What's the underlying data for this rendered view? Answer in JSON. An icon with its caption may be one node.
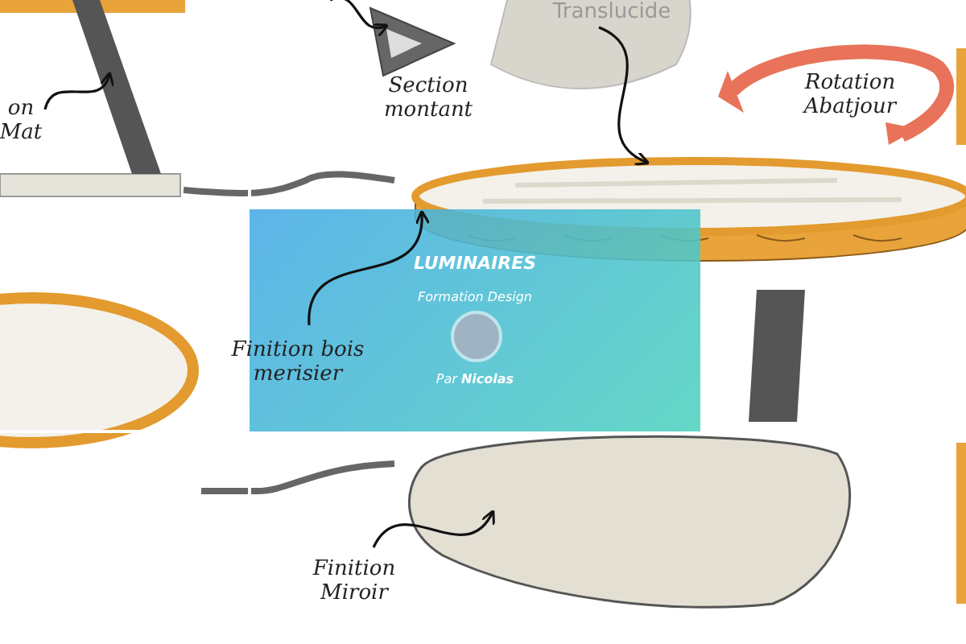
{
  "diagram": {
    "nodes": [
      {
        "text": [
          "on Mat"
        ]
      },
      {
        "text": [],
        "shape": "picture"
      },
      {
        "text": [],
        "shape": "picture"
      },
      {
        "text": [
          "Translucide"
        ]
      },
      {
        "text": [],
        "shape": "picture"
      },
      {
        "text": [
          "Finition bois merisier"
        ]
      },
      {
        "text": [
          "Finition Miroir"
        ]
      },
      {
        "text": [],
        "shape": "picture"
      }
    ],
    "edges": [
      {
        "from": 0,
        "to": 1,
        "arrow": "to"
      },
      {
        "from": null,
        "to": 2,
        "arrow": "to"
      },
      {
        "from": 3,
        "to": 4,
        "arrow": "to"
      },
      {
        "from": 5,
        "to": 4,
        "arrow": "to"
      },
      {
        "from": 6,
        "to": 7,
        "arrow": "to"
      }
    ],
    "labels": [
      "Section montant",
      "Rotation Abatjour",
      "LUMINAIRES",
      "Formation Design",
      "Par **Nicolas**"
    ]
  }
}
